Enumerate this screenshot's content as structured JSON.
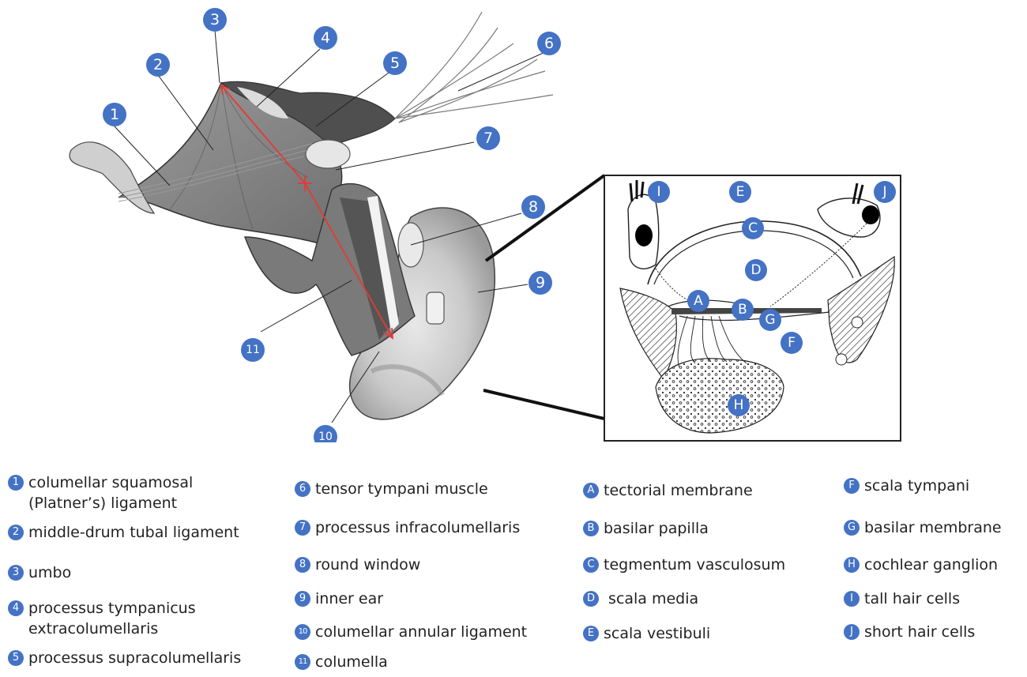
{
  "callouts": {
    "n1": "1",
    "n2": "2",
    "n3": "3",
    "n4": "4",
    "n5": "5",
    "n6": "6",
    "n7": "7",
    "n8": "8",
    "n9": "9",
    "n10": "10",
    "n11": "11",
    "A": "A",
    "B": "B",
    "C": "C",
    "D": "D",
    "E": "E",
    "F": "F",
    "G": "G",
    "H": "H",
    "I": "I",
    "J": "J"
  },
  "legend": {
    "col1": [
      {
        "key": "1",
        "label": "columellar squamosal\n(Platner’s) ligament"
      },
      {
        "key": "2",
        "label": "middle-drum tubal ligament"
      },
      {
        "key": "3",
        "label": "umbo"
      },
      {
        "key": "4",
        "label": "processus tympanicus\nextracolumellaris"
      },
      {
        "key": "5",
        "label": "processus supracolumellaris"
      }
    ],
    "col2": [
      {
        "key": "6",
        "label": "tensor tympani muscle"
      },
      {
        "key": "7",
        "label": "processus infracolumellaris"
      },
      {
        "key": "8",
        "label": "round window"
      },
      {
        "key": "9",
        "label": "inner ear"
      },
      {
        "key": "10",
        "label": "columellar annular ligament"
      },
      {
        "key": "11",
        "label": "columella"
      }
    ],
    "col3": [
      {
        "key": "A",
        "label": "tectorial membrane"
      },
      {
        "key": "B",
        "label": "basilar papilla"
      },
      {
        "key": "C",
        "label": "tegmentum vasculosum"
      },
      {
        "key": "D",
        "label": " scala media"
      },
      {
        "key": "E",
        "label": "scala vestibuli"
      }
    ],
    "col4": [
      {
        "key": "F",
        "label": "scala tympani"
      },
      {
        "key": "G",
        "label": "basilar membrane"
      },
      {
        "key": "H",
        "label": "cochlear ganglion"
      },
      {
        "key": "I",
        "label": "tall hair cells"
      },
      {
        "key": "J",
        "label": "short hair cells"
      }
    ]
  },
  "colors": {
    "badge": "#4472c4",
    "measure_line": "#e53935",
    "tissue_dark": "#5a5a5a",
    "tissue_light": "#b8b8b8"
  }
}
